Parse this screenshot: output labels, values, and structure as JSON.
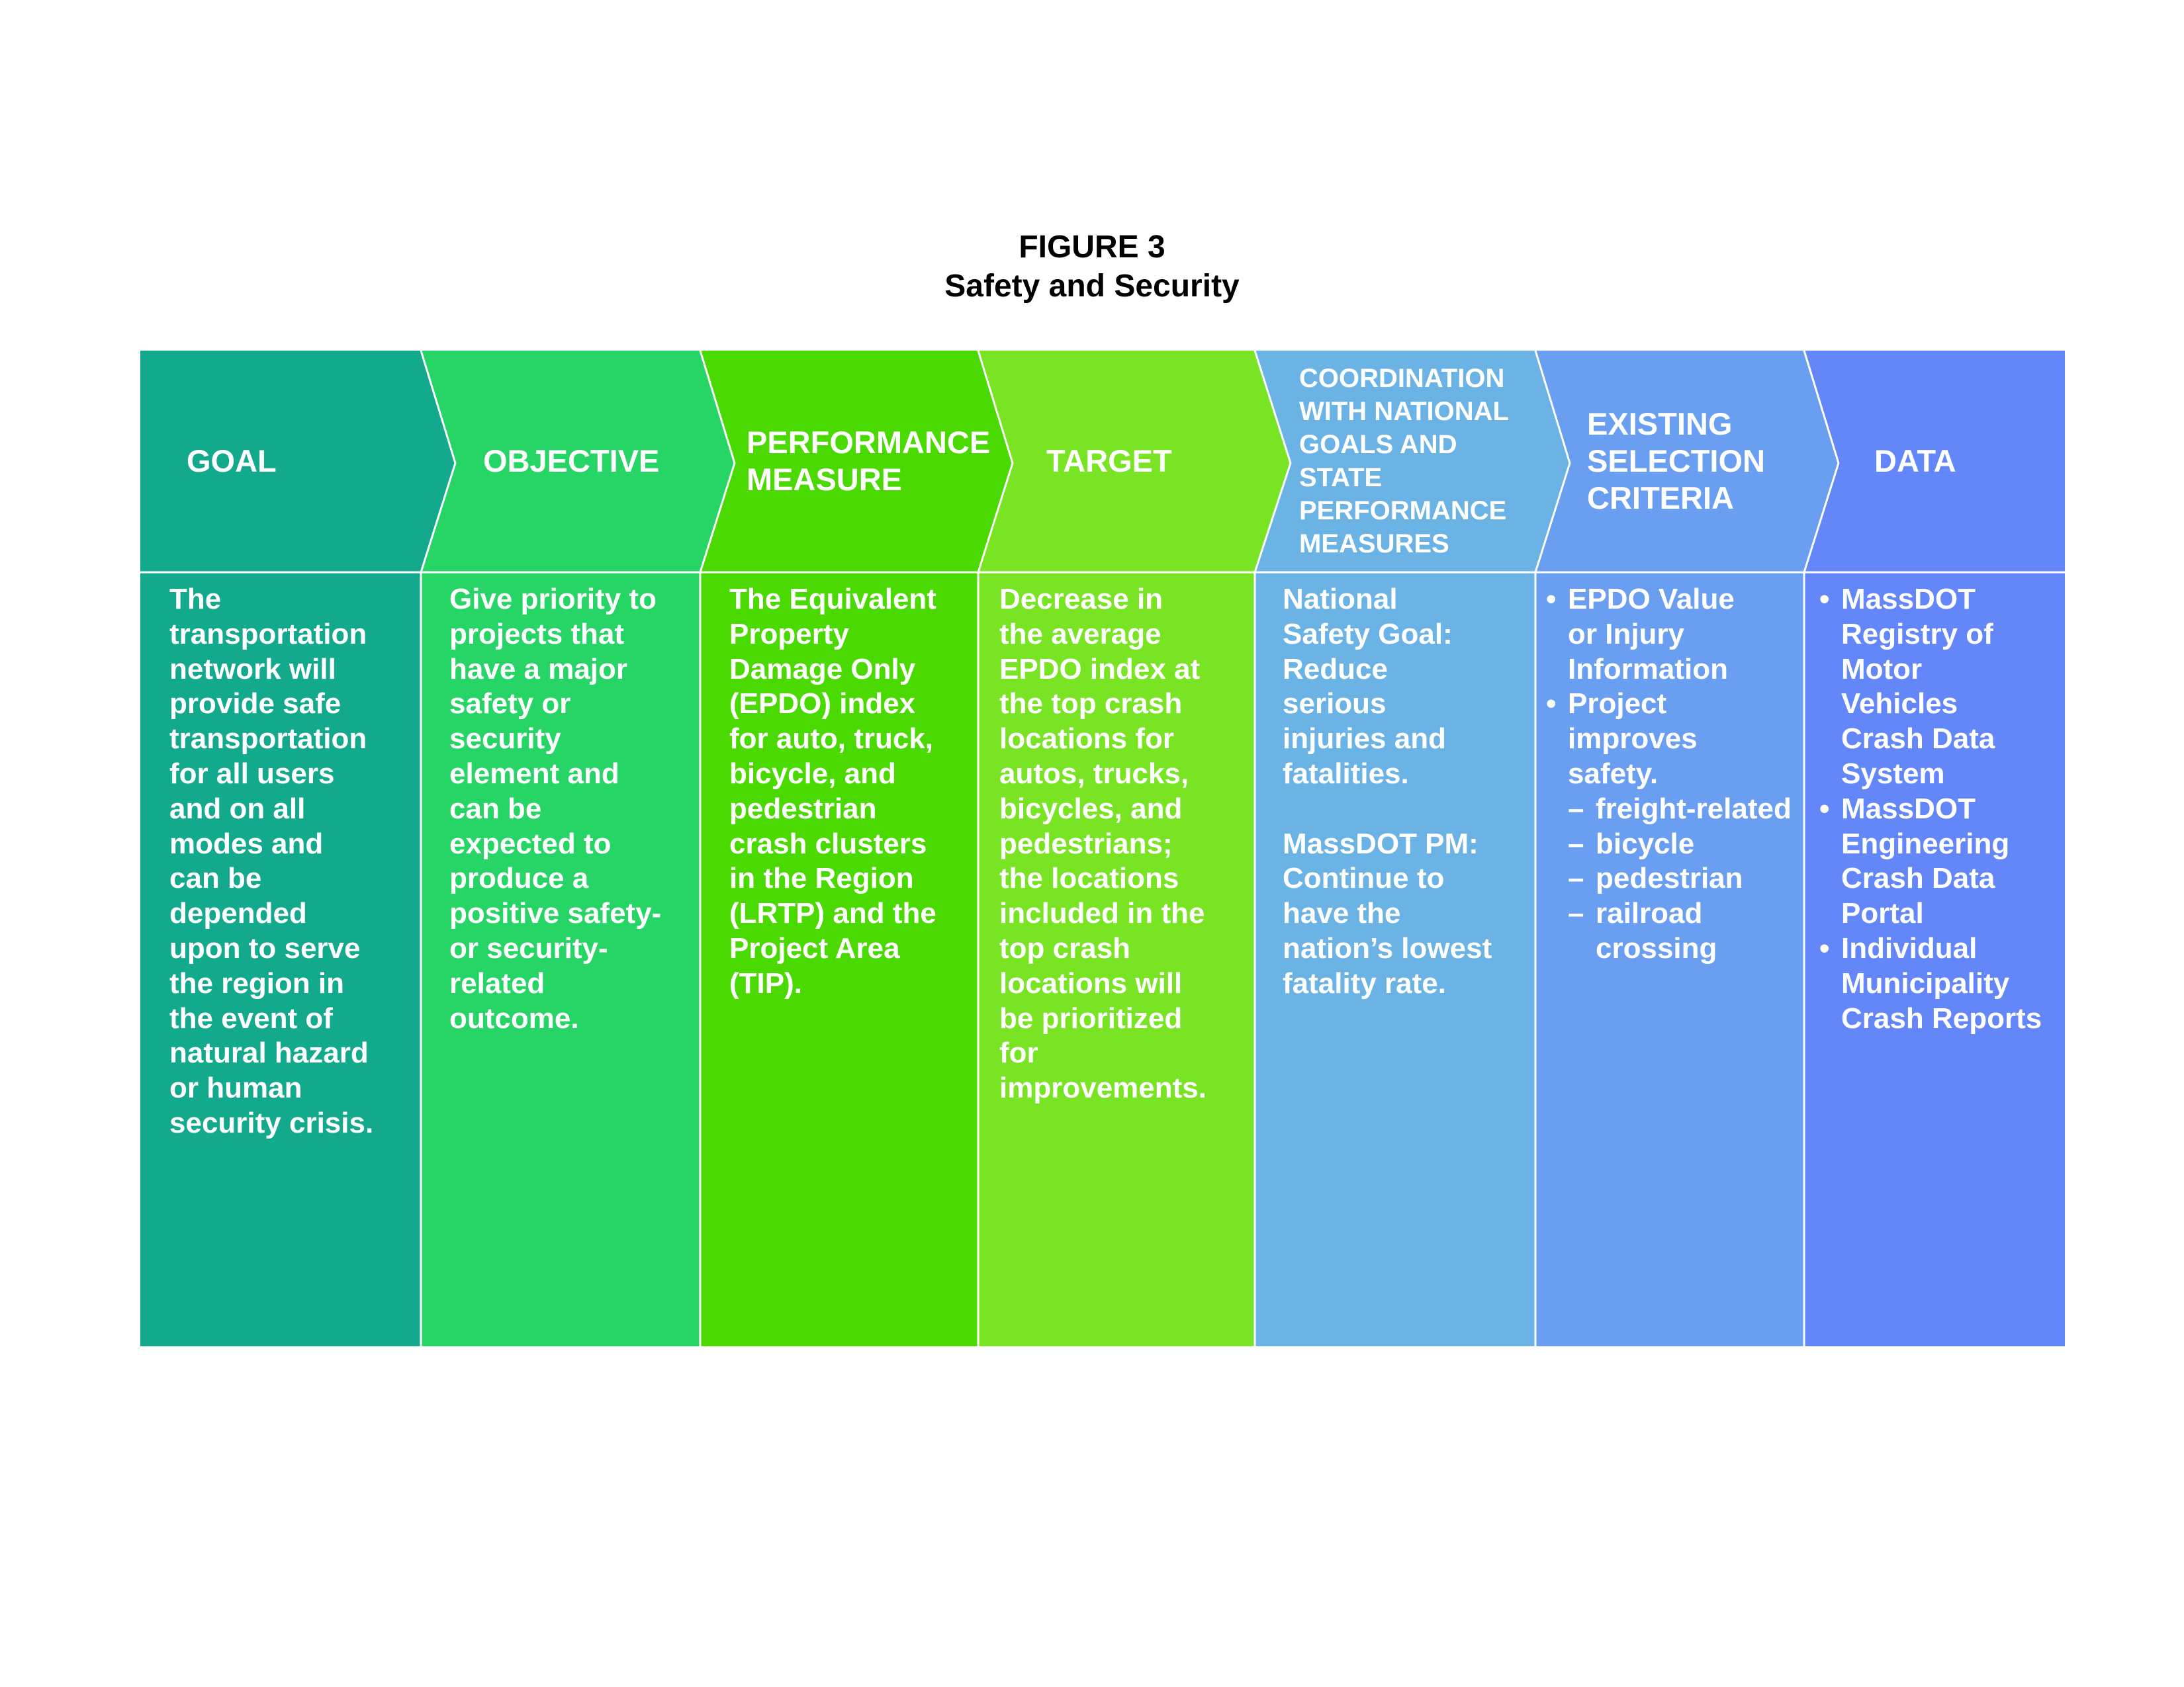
{
  "figure": {
    "number": "FIGURE 3",
    "title": "Safety and Security"
  },
  "colors": {
    "goal": "#13a98d",
    "objective": "#27d566",
    "performance_measure": "#4ad900",
    "target": "#79e424",
    "coordination": "#6ab3e4",
    "existing_selection_criteria": "#6a9ef0",
    "data": "#6386f8",
    "divider": "#ffffff"
  },
  "columns": [
    {
      "id": "goal",
      "header": "GOAL",
      "body": "The\ntransportation\nnetwork will\nprovide safe\ntransportation\nfor all users\nand on all\nmodes and\ncan be\ndepended\nupon to serve\nthe region in\nthe event of\nnatural hazard\nor human\nsecurity crisis."
    },
    {
      "id": "objective",
      "header": "OBJECTIVE",
      "body": "Give priority to\nprojects that\nhave a major\nsafety or\nsecurity\nelement and\ncan be\nexpected to\nproduce a\npositive safety-\nor security-\nrelated\noutcome."
    },
    {
      "id": "performance-measure",
      "header": "PERFORMANCE\nMEASURE",
      "body": "The Equivalent\nProperty\nDamage Only\n(EPDO) index\nfor auto, truck,\nbicycle, and\npedestrian\ncrash clusters\nin the Region\n(LRTP) and the\nProject Area\n(TIP)."
    },
    {
      "id": "target",
      "header": "TARGET",
      "body": "Decrease in\nthe average\nEPDO index at\nthe top crash\nlocations for\nautos, trucks,\nbicycles, and\npedestrians;\nthe locations\nincluded in the\ntop crash\nlocations will\nbe prioritized\nfor\nimprovements."
    },
    {
      "id": "coordination",
      "header": "COORDINATION\nWITH NATIONAL\nGOALS AND\nSTATE\nPERFORMANCE\nMEASURES",
      "body_paragraphs": [
        "National\nSafety Goal:\nReduce\nserious\ninjuries and\nfatalities.",
        "MassDOT PM:\nContinue to\nhave the\nnation’s lowest\nfatality rate."
      ]
    },
    {
      "id": "existing-selection-criteria",
      "header": "EXISTING\nSELECTION\nCRITERIA",
      "bullets": [
        {
          "marker": "•",
          "text": "EPDO Value\nor Injury\nInformation"
        },
        {
          "marker": "•",
          "text": "Project\nimproves\nsafety."
        }
      ],
      "dash_marker": "–",
      "dashes": [
        "freight-related",
        "bicycle",
        "pedestrian",
        "railroad\ncrossing"
      ]
    },
    {
      "id": "data",
      "header": "DATA",
      "bullets": [
        {
          "marker": "•",
          "text": "MassDOT\nRegistry of\nMotor\nVehicles\nCrash Data\nSystem"
        },
        {
          "marker": "•",
          "text": "MassDOT\nEngineering\nCrash Data\nPortal"
        },
        {
          "marker": "•",
          "text": "Individual\nMunicipality\nCrash Reports"
        }
      ]
    }
  ]
}
